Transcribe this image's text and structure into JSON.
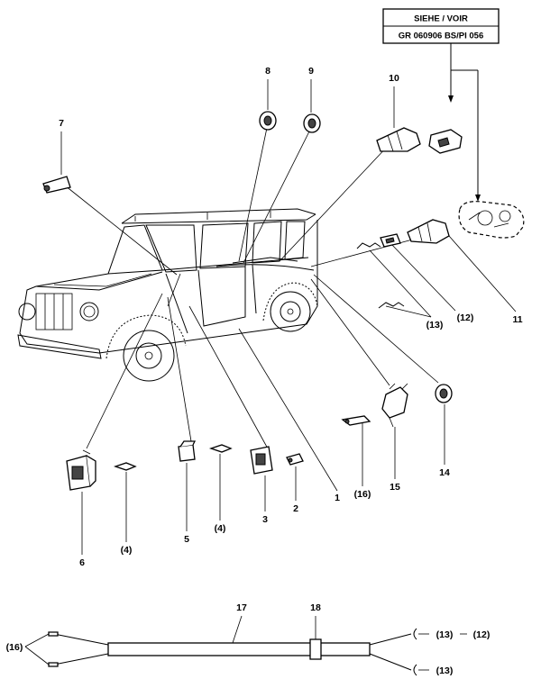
{
  "reference_box": {
    "line1": "SIEHE / VOIR",
    "line2": "GR  060906  BS/PI 056"
  },
  "labels": {
    "p1": "1",
    "p2": "2",
    "p3": "3",
    "p4a": "(4)",
    "p4b": "(4)",
    "p5": "5",
    "p6": "6",
    "p7": "7",
    "p8": "8",
    "p9": "9",
    "p10": "10",
    "p11": "11",
    "p12": "(12)",
    "p13": "(13)",
    "p14": "14",
    "p15": "15",
    "p16": "(16)",
    "p17": "17",
    "p18": "18",
    "h16": "(16)",
    "h13a": "(13)",
    "h12": "(12)",
    "h13b": "(13)"
  }
}
